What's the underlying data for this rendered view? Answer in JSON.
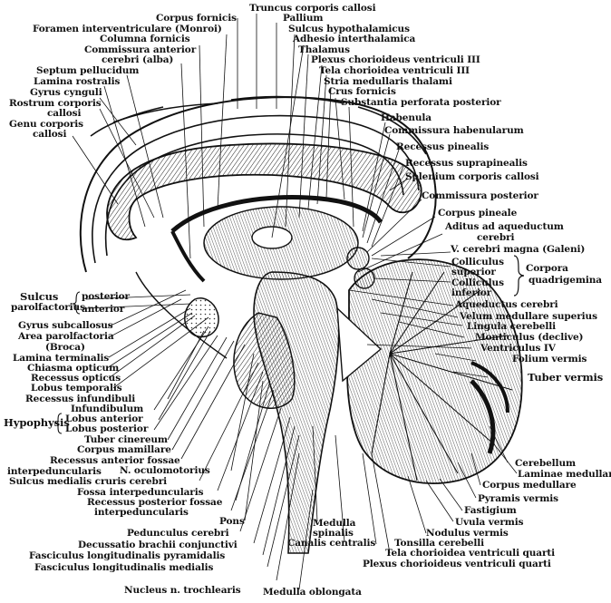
{
  "labels": {
    "truncus_corporis_callosi": "Truncus corporis callosi",
    "corpus_fornicis": "Corpus fornicis",
    "pallium": "Pallium",
    "foramen_interventriculare": "Foramen interventriculare (Monroi)",
    "sulcus_hypothalamicus": "Sulcus hypothalamicus",
    "columna_fornicis": "Columna fornicis",
    "adhesio_interthalamica": "Adhesio interthalamica",
    "commissura_anterior": "Commissura anterior",
    "cerebri_alba": "cerebri (alba)",
    "thalamus": "Thalamus",
    "plexus_chorioideus_iii": "Plexus chorioideus ventriculi III",
    "septum_pellucidum": "Septum pellucidum",
    "tela_chorioidea_iii": "Tela chorioidea ventriculi III",
    "lamina_rostralis": "Lamina rostralis",
    "stria_medullaris_thalami": "Stria medullaris thalami",
    "gyrus_cynguli": "Gyrus cynguli",
    "crus_fornicis": "Crus fornicis",
    "rostrum_corporis": "Rostrum corporis",
    "callosi_1": "callosi",
    "substantia_perforata_posterior": "Substantia perforata posterior",
    "genu_corporis": "Genu corporis",
    "callosi_2": "callosi",
    "habenula": "Habenula",
    "commissura_habenularum": "Commissura habenularum",
    "recessus_pinealis": "Recessus pinealis",
    "recessus_suprapinealis": "Recessus suprapinealis",
    "splenium_corporis_callosi": "Splenium corporis callosi",
    "commissura_posterior": "Commissura posterior",
    "corpus_pineale": "Corpus pineale",
    "aditus_ad_aqueductum": "Aditus ad aqueductum",
    "cerebri_1": "cerebri",
    "v_cerebri_magna": "V. cerebri magna (Galeni)",
    "colliculus_superior": "Colliculus superior",
    "corpora": "Corpora",
    "quadrigemina": "quadrigemina",
    "colliculus_inferior": "Colliculus inferior",
    "aqueductus_cerebri": "Aqueductus cerebri",
    "velum_medullare_superius": "Velum medullare superius",
    "lingula_cerebelli": "Lingula cerebelli",
    "monticulus": "Monticulus (declive)",
    "ventriculus_iv": "Ventriculus IV",
    "folium_vermis": "Folium vermis",
    "tuber_vermis": "Tuber vermis",
    "sulcus": "Sulcus",
    "parolfactorius": "parolfactorius",
    "posterior": "posterior",
    "anterior": "anterior",
    "gyrus_subcallosus": "Gyrus subcallosus",
    "area_parolfactoria": "Area parolfactoria",
    "broca": "(Broca)",
    "lamina_terminalis": "Lamina terminalis",
    "chiasma_opticum": "Chiasma opticum",
    "recessus_opticus": "Recessus opticus",
    "lobus_temporalis": "Lobus temporalis",
    "recessus_infundibuli": "Recessus infundibuli",
    "infundibulum": "Infundibulum",
    "hypophysis": "Hypophysis",
    "lobus_anterior": "Lobus anterior",
    "lobus_posterior": "Lobus posterior",
    "tuber_cinereum": "Tuber cinereum",
    "corpus_mamillare": "Corpus mamillare",
    "recessus_anterior_fossae": "Recessus anterior fossae",
    "interpeduncularis_1": "interpeduncularis",
    "n_oculomotorius": "N. oculomotorius",
    "sulcus_medialis_cruris_cerebri": "Sulcus medialis cruris cerebri",
    "fossa_interpeduncularis": "Fossa interpeduncularis",
    "recessus_posterior_fossae": "Recessus posterior fossae",
    "interpeduncularis_2": "interpeduncularis",
    "pons": "Pons",
    "pedunculus_cerebri": "Pedunculus cerebri",
    "decussatio": "Decussatio brachii conjunctivi",
    "fasciculus_pyramidalis": "Fasciculus longitudinalis pyramidalis",
    "fasciculus_medialis": "Fasciculus longitudinalis medialis",
    "nucleus_n_trochlearis": "Nucleus n. trochlearis",
    "medulla_oblongata": "Medulla oblongata",
    "medulla": "Medulla",
    "spinalis": "spinalis",
    "canalis_centralis": "Canalis centralis",
    "cerebellum": "Cerebellum",
    "laminae_medullares": "Laminae medullares",
    "corpus_medullare": "Corpus medullare",
    "pyramis_vermis": "Pyramis vermis",
    "fastigium": "Fastigium",
    "uvula_vermis": "Uvula vermis",
    "nodulus_vermis": "Nodulus vermis",
    "tonsilla_cerebelli": "Tonsilla cerebelli",
    "tela_chorioidea_quarti": "Tela chorioidea ventriculi quarti",
    "plexus_chorioideus_quarti": "Plexus chorioideus ventriculi quarti"
  }
}
